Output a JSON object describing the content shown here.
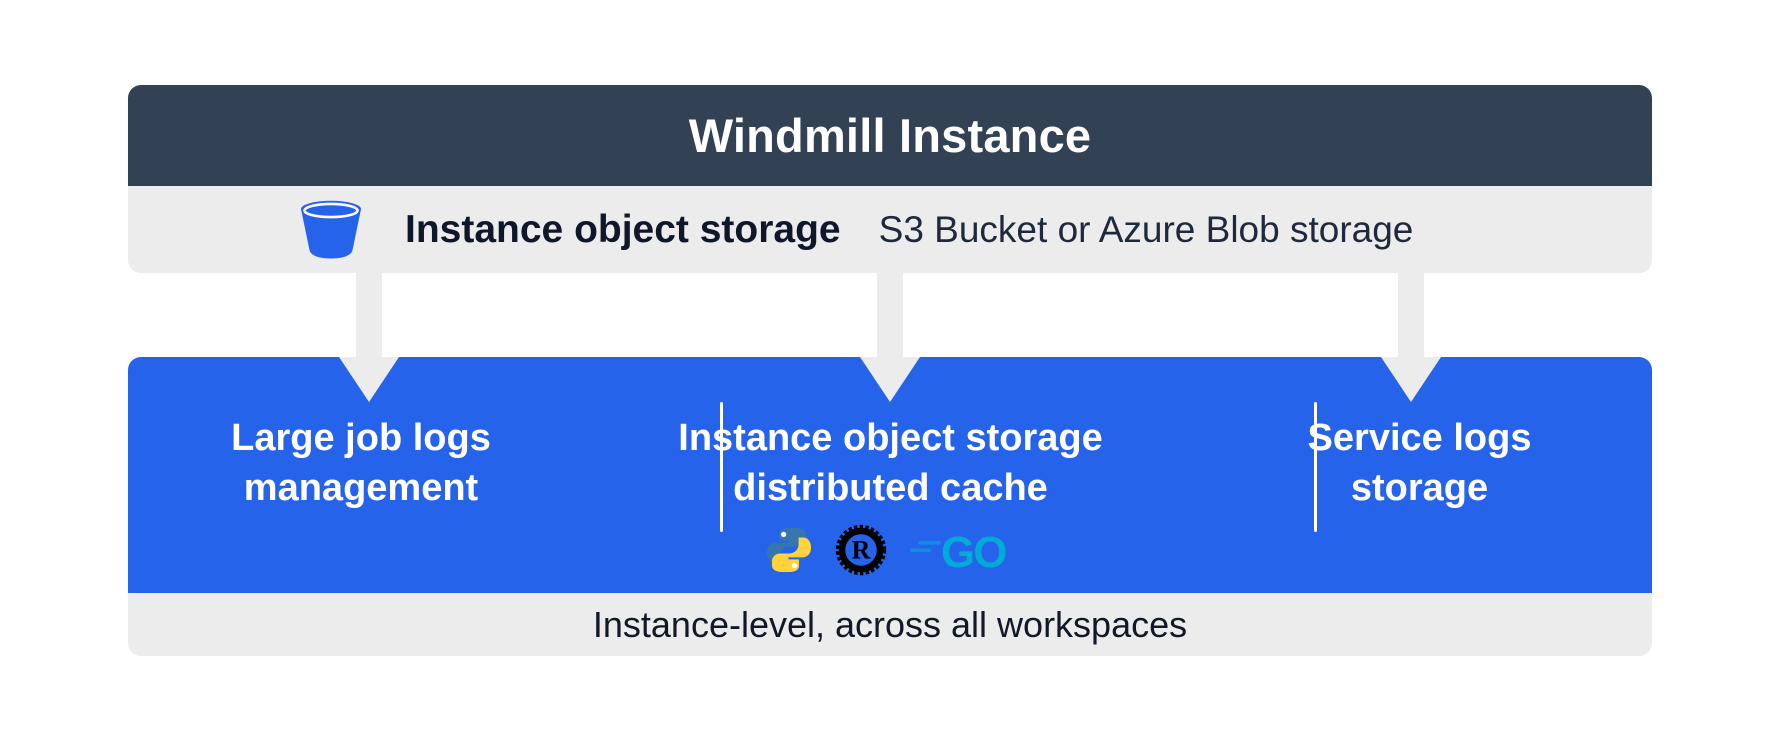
{
  "header": {
    "title": "Windmill Instance"
  },
  "storage_row": {
    "icon": "bucket-icon",
    "label": "Instance object storage",
    "detail": "S3 Bucket or Azure Blob storage"
  },
  "blue_box": {
    "columns": [
      {
        "title_lines": [
          "Large job logs",
          "management"
        ]
      },
      {
        "title_lines": [
          "Instance object storage",
          "distributed cache"
        ],
        "language_icons": [
          "python-icon",
          "rust-icon",
          "go-icon"
        ]
      },
      {
        "title_lines": [
          "Service logs",
          "storage"
        ]
      }
    ]
  },
  "footer": {
    "label": "Instance-level, across all workspaces"
  },
  "colors": {
    "header_bg": "#334155",
    "band_bg": "#ececec",
    "accent_blue": "#2563eb",
    "arrow_gray": "#ececec",
    "bucket_blue": "#2563eb",
    "python_blue": "#3776ab",
    "python_yellow": "#ffd43b",
    "rust_black": "#000000",
    "go_teal": "#00acd7",
    "text_dark": "#0f172a",
    "text_white": "#ffffff"
  }
}
